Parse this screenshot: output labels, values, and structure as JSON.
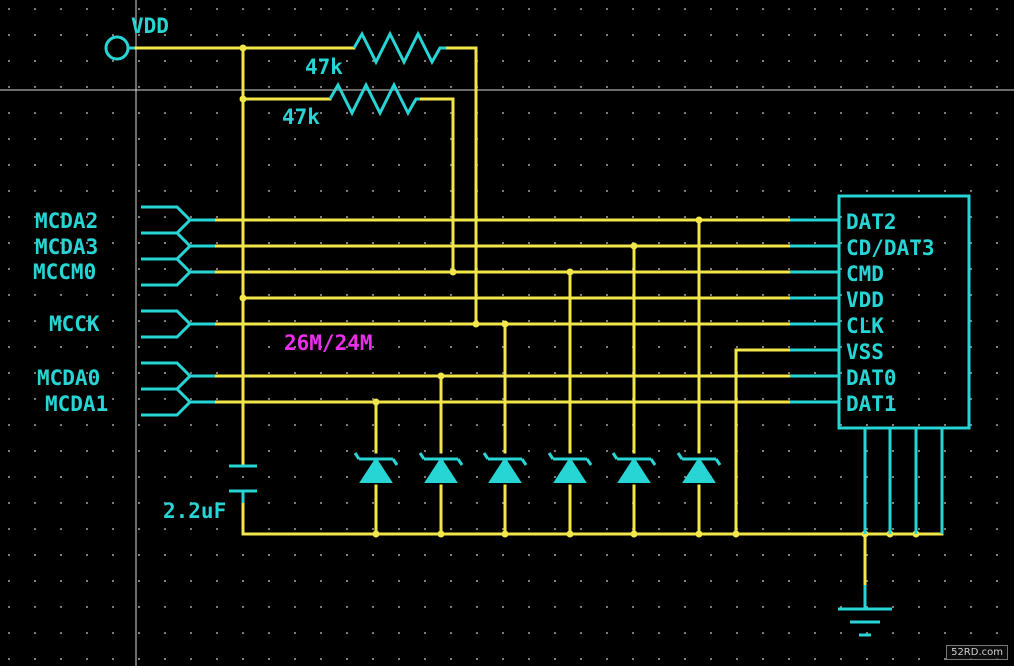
{
  "power": {
    "vdd_label": "VDD"
  },
  "resistors": [
    {
      "value": "47k"
    },
    {
      "value": "47k"
    }
  ],
  "capacitor": {
    "value": "2.2uF"
  },
  "note": "26M/24M",
  "host_ports": [
    "MCDA2",
    "MCDA3",
    "MCCM0",
    "MCCK",
    "MCDA0",
    "MCDA1"
  ],
  "card_pins": [
    "DAT2",
    "CD/DAT3",
    "CMD",
    "VDD",
    "CLK",
    "VSS",
    "DAT0",
    "DAT1"
  ],
  "watermark": "52RD.com",
  "colors": {
    "wire": "#f2e64b",
    "component": "#27d5d5",
    "note": "#ea2fea",
    "background": "#000000",
    "grid_dot": "#8a8a8a"
  }
}
